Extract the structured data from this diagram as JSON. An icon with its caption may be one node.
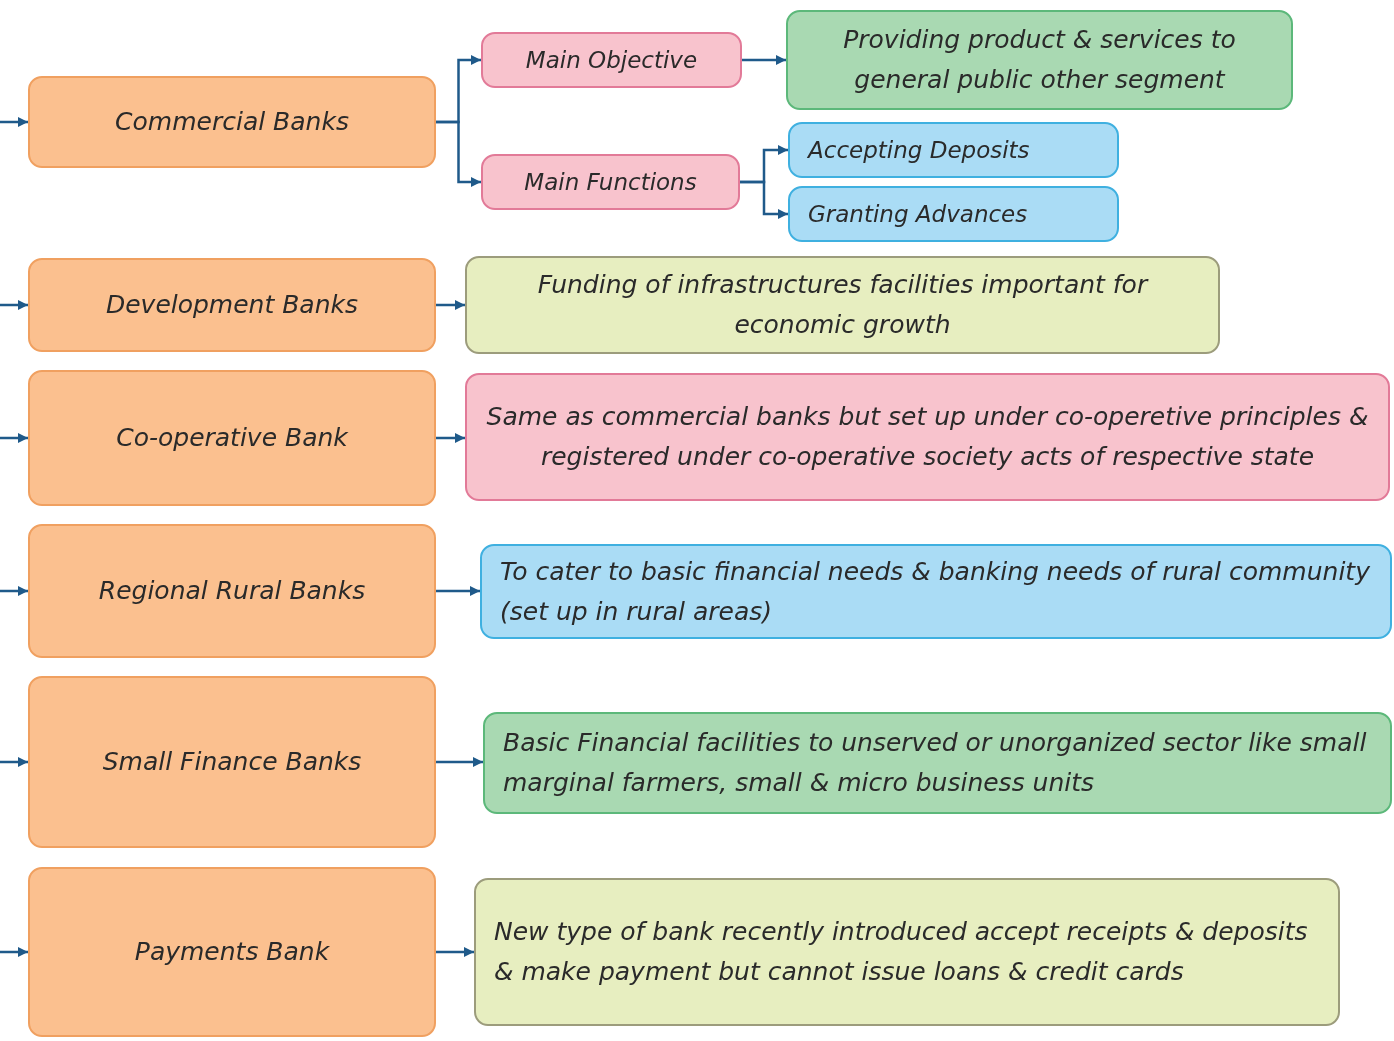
{
  "diagram": {
    "nodes": [
      {
        "text": [
          "Commercial Banks"
        ]
      },
      {
        "text": [
          "Main Objective"
        ]
      },
      {
        "text": [
          "Providing product & services to general public other segment"
        ]
      },
      {
        "text": [
          "Main Functions"
        ]
      },
      {
        "text": [
          "Accepting Deposits"
        ]
      },
      {
        "text": [
          "Granting Advances"
        ]
      },
      {
        "text": [
          "Development Banks"
        ]
      },
      {
        "text": [
          "Funding of infrastructures facilities important for economic growth"
        ]
      },
      {
        "text": [
          "Co-operative Bank"
        ]
      },
      {
        "text": [
          "Same as commercial banks but set up under co-operetive principles & registered under co-operative society acts of respective state"
        ]
      },
      {
        "text": [
          "Regional Rural Banks"
        ]
      },
      {
        "text": [
          "To cater to basic financial needs & banking needs of rural community (set up in rural areas)"
        ]
      },
      {
        "text": [
          "Small Finance Banks"
        ]
      },
      {
        "text": [
          "Basic Financial facilities to unserved or unorganized sector like small marginal farmers, small & micro business units"
        ]
      },
      {
        "text": [
          "Payments Bank"
        ]
      },
      {
        "text": [
          "New type of bank recently introduced accept receipts & deposits & make payment but cannot issue loans & credit cards"
        ]
      }
    ],
    "edges": [
      {
        "from": null,
        "to": 0,
        "arrow": "to"
      },
      {
        "from": 0,
        "to": 1,
        "arrow": "to"
      },
      {
        "from": 0,
        "to": 3,
        "arrow": "to"
      },
      {
        "from": 1,
        "to": 2,
        "arrow": "to"
      },
      {
        "from": 3,
        "to": 4,
        "arrow": "to"
      },
      {
        "from": 3,
        "to": 5,
        "arrow": "to"
      },
      {
        "from": null,
        "to": 6,
        "arrow": "to"
      },
      {
        "from": 6,
        "to": 7,
        "arrow": "to"
      },
      {
        "from": null,
        "to": 8,
        "arrow": "to"
      },
      {
        "from": 8,
        "to": 9,
        "arrow": "to"
      },
      {
        "from": null,
        "to": 10,
        "arrow": "to"
      },
      {
        "from": 10,
        "to": 11,
        "arrow": "to"
      },
      {
        "from": null,
        "to": 12,
        "arrow": "to"
      },
      {
        "from": 12,
        "to": 13,
        "arrow": "to"
      },
      {
        "from": null,
        "to": 14,
        "arrow": "to"
      },
      {
        "from": 14,
        "to": 15,
        "arrow": "to"
      }
    ]
  }
}
